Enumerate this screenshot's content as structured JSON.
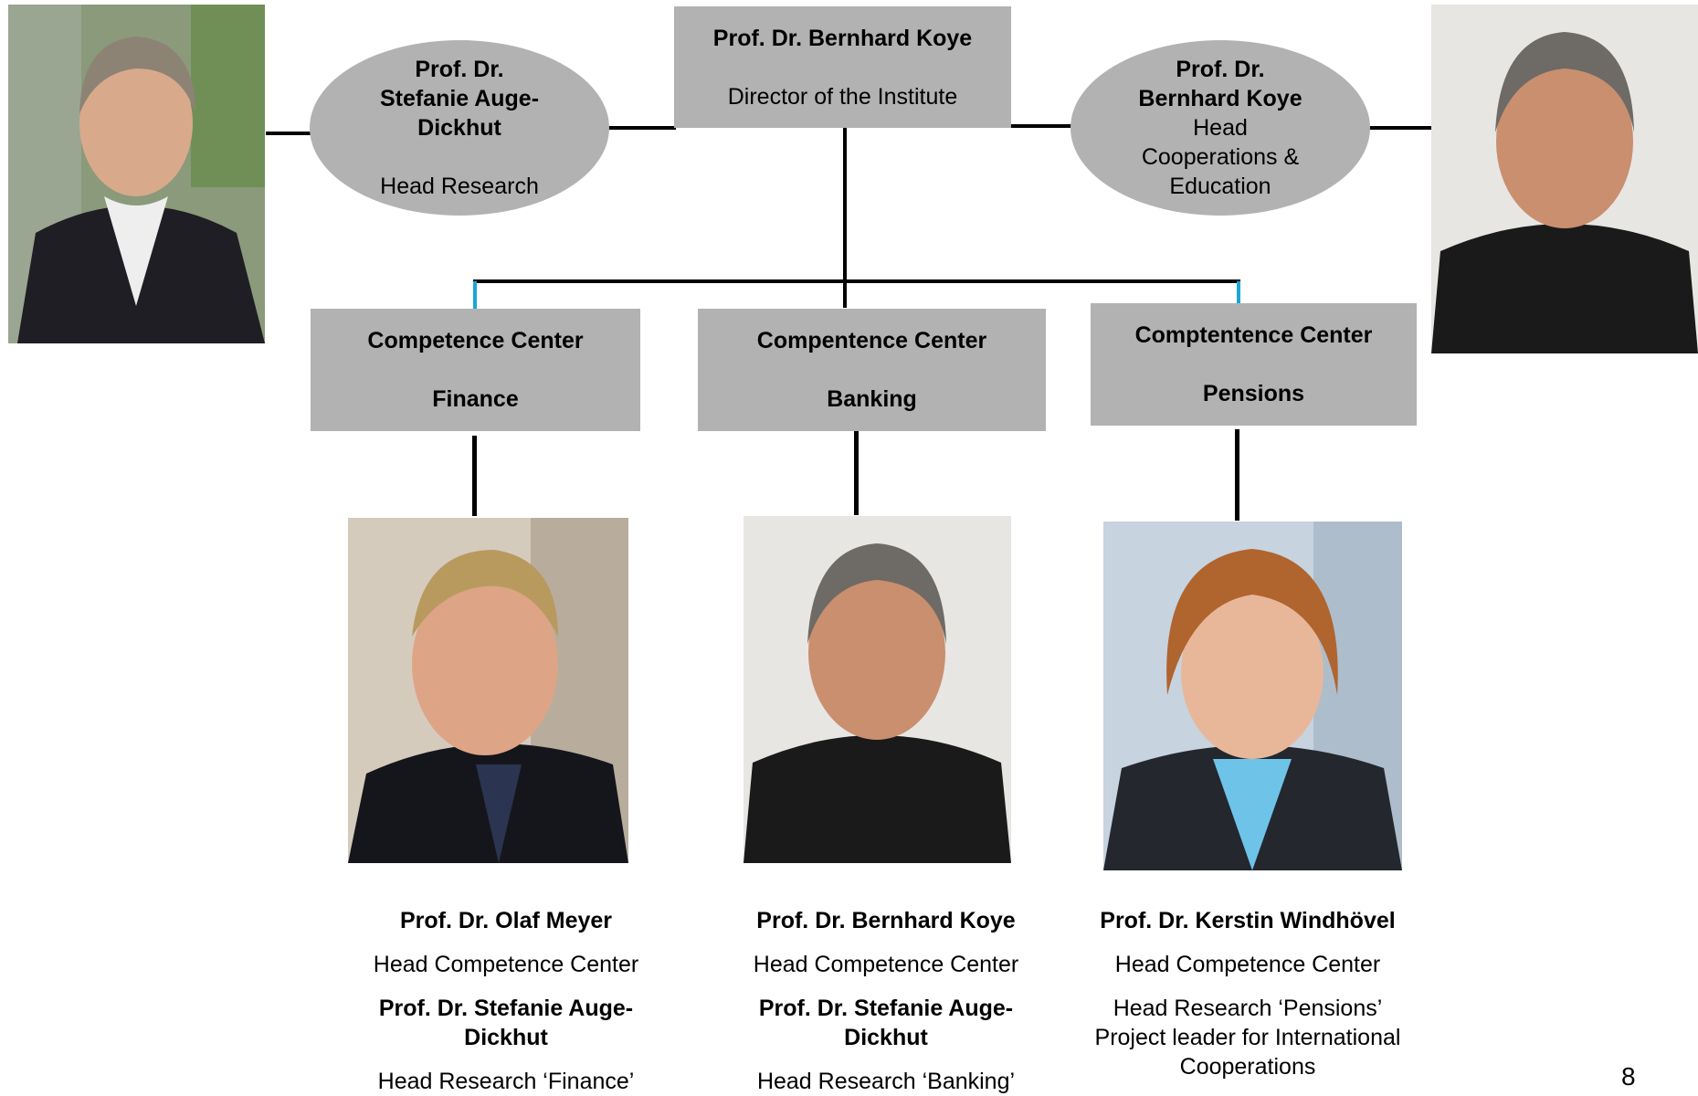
{
  "director": {
    "name": "Prof. Dr. Bernhard Koye",
    "role": "Director of the Institute"
  },
  "head_research": {
    "name_line1": "Prof. Dr.",
    "name_line2": "Stefanie Auge-",
    "name_line3": "Dickhut",
    "role": "Head Research"
  },
  "head_cooperations": {
    "name_line1": "Prof. Dr.",
    "name_line2": "Bernhard Koye",
    "role_line1": "Head",
    "role_line2": "Cooperations &",
    "role_line3": "Education"
  },
  "centers": [
    {
      "title": "Competence Center",
      "subject": "Finance"
    },
    {
      "title": "Compentence Center",
      "subject": "Banking"
    },
    {
      "title": "Comptentence Center",
      "subject": "Pensions"
    }
  ],
  "captions": [
    {
      "head_name": "Prof. Dr. Olaf Meyer",
      "head_role": "Head Competence Center",
      "research_name_line1": "Prof. Dr. Stefanie Auge-",
      "research_name_line2": "Dickhut",
      "research_role": "Head Research ‘Finance’"
    },
    {
      "head_name": "Prof. Dr. Bernhard Koye",
      "head_role": "Head Competence Center",
      "research_name_line1": "Prof. Dr. Stefanie Auge-",
      "research_name_line2": "Dickhut",
      "research_role": "Head Research ‘Banking’"
    },
    {
      "head_name": "Prof. Dr. Kerstin Windhövel",
      "head_role": "Head Competence Center",
      "research_line1": "Head Research ‘Pensions’",
      "research_line2": "Project leader for International",
      "research_line3": "Cooperations"
    }
  ],
  "page_number": "8",
  "colors": {
    "box_fill": "#b2b2b2",
    "connector": "#000000",
    "connector_accent": "#1aa6d6"
  }
}
